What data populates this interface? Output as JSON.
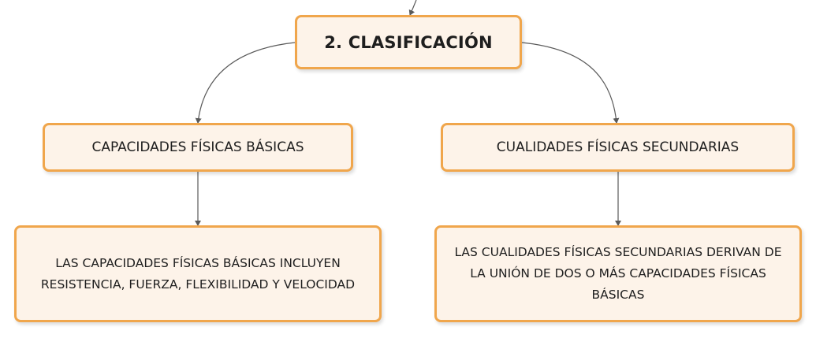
{
  "diagram": {
    "root": {
      "label": "2. CLASIFICACIÓN"
    },
    "branches": [
      {
        "label": "CAPACIDADES FÍSICAS BÁSICAS",
        "description": "LAS CAPACIDADES FÍSICAS BÁSICAS INCLUYEN RESISTENCIA, FUERZA, FLEXIBILIDAD Y VELOCIDAD"
      },
      {
        "label": "CUALIDADES FÍSICAS SECUNDARIAS",
        "description": "LAS CUALIDADES FÍSICAS SECUNDARIAS DERIVAN DE LA UNIÓN DE DOS O MÁS CAPACIDADES FÍSICAS BÁSICAS"
      }
    ],
    "colors": {
      "node_fill": "#fdf3e9",
      "node_border": "#f0a64c",
      "connector": "#5a5a5a",
      "text": "#1e1e1e"
    }
  }
}
